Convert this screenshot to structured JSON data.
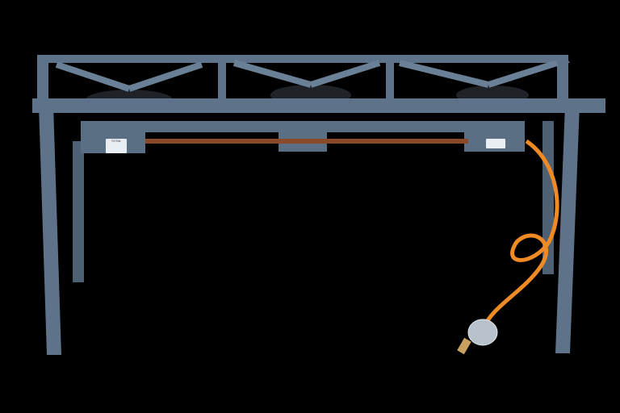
{
  "image": {
    "subject": "Three-burner gas stove on stand with hose and regulator",
    "background": "#000000",
    "colors": {
      "frame": "#5e7389",
      "frame_highlight": "#7d93a8",
      "frame_shadow": "#43556a",
      "burner": "#1f2328",
      "hose": "#f08a24",
      "regulator": "#b8c2cc"
    },
    "labels": {
      "left_plate": "TOTAL",
      "right_plate": "logo"
    },
    "burner_count": 3
  }
}
